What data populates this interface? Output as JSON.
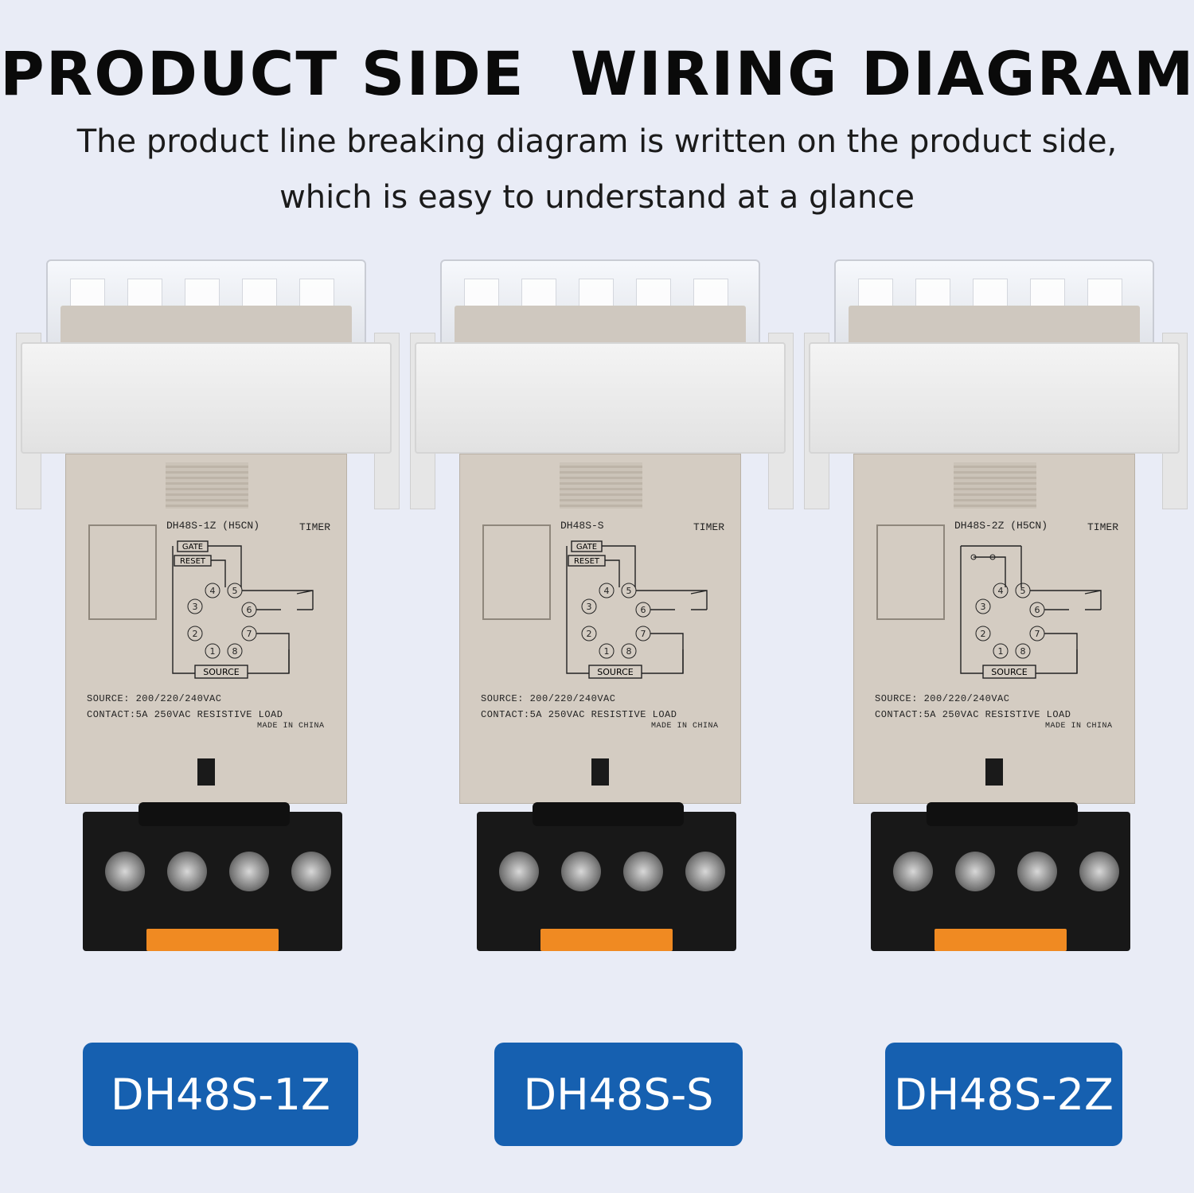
{
  "header": {
    "title": "PRODUCT SIDE  WIRING DIAGRAM",
    "subtitle_line1": "The product line breaking diagram is written on the product side,",
    "subtitle_line2": "which is easy to understand at a glance"
  },
  "products": [
    {
      "model_text": "DH48S-1Z (H5CN)",
      "timer_text": "TIMER",
      "gate": "GATE",
      "reset": "RESET",
      "source_label": "SOURCE",
      "source_spec": "SOURCE:  200/220/240VAC",
      "contact_spec": "CONTACT:5A 250VAC RESISTIVE LOAD",
      "made_in": "MADE IN CHINA",
      "button_label": "DH48S-1Z"
    },
    {
      "model_text": "DH48S-S",
      "timer_text": "TIMER",
      "gate": "GATE",
      "reset": "RESET",
      "source_label": "SOURCE",
      "source_spec": "SOURCE:  200/220/240VAC",
      "contact_spec": "CONTACT:5A 250VAC RESISTIVE LOAD",
      "made_in": "MADE IN CHINA",
      "button_label": "DH48S-S"
    },
    {
      "model_text": "DH48S-2Z (H5CN)",
      "timer_text": "TIMER",
      "gate": "",
      "reset": "",
      "source_label": "SOURCE",
      "source_spec": "SOURCE:  200/220/240VAC",
      "contact_spec": "CONTACT:5A 250VAC RESISTIVE LOAD",
      "made_in": "MADE IN CHINA",
      "button_label": "DH48S-2Z"
    }
  ],
  "pins": [
    "1",
    "2",
    "3",
    "4",
    "5",
    "6",
    "7",
    "8"
  ],
  "colors": {
    "background": "#e9ecf6",
    "button": "#1660b0",
    "latch": "#f08a22"
  }
}
